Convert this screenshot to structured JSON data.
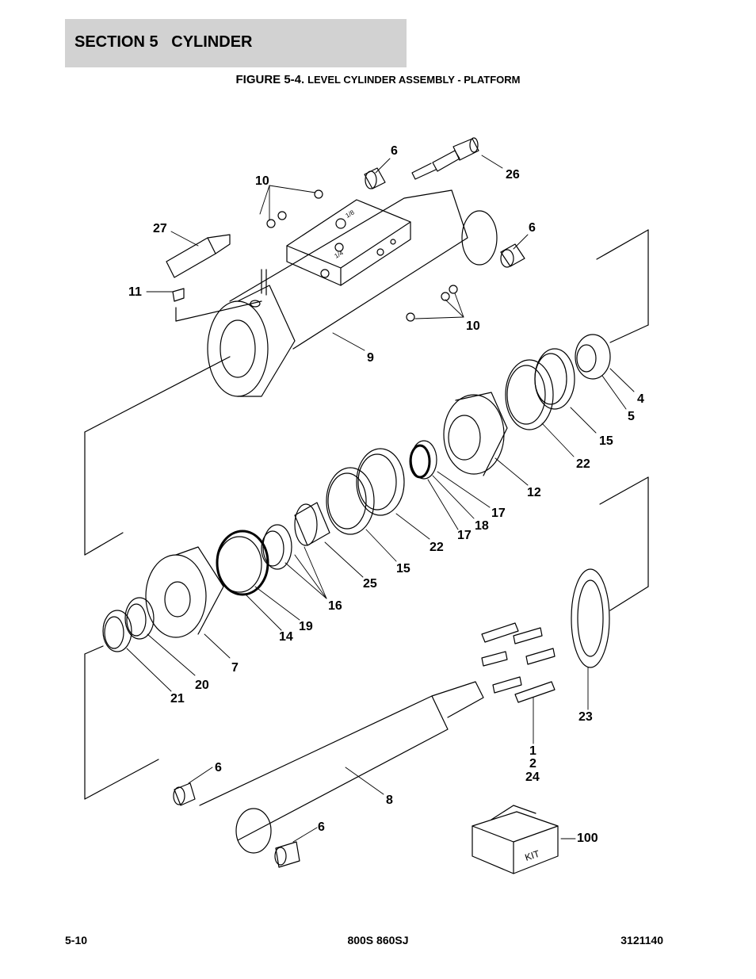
{
  "header": {
    "section": "SECTION 5",
    "title": "CYLINDER"
  },
  "figure": {
    "number": "FIGURE 5-4.",
    "caption": "LEVEL CYLINDER ASSEMBLY - PLATFORM"
  },
  "drawing": {
    "engravings": {
      "port1": "1/8",
      "port2": "1/4",
      "kit_box": "KIT"
    },
    "callouts": [
      "6",
      "26",
      "10",
      "27",
      "6",
      "11",
      "10",
      "9",
      "4",
      "5",
      "15",
      "22",
      "12",
      "17",
      "18",
      "17",
      "22",
      "15",
      "25",
      "16",
      "19",
      "14",
      "7",
      "20",
      "21",
      "23",
      "1",
      "2",
      "24",
      "6",
      "8",
      "6",
      "100"
    ]
  },
  "footer": {
    "page": "5-10",
    "model": "800S 860SJ",
    "doc_number": "3121140"
  }
}
